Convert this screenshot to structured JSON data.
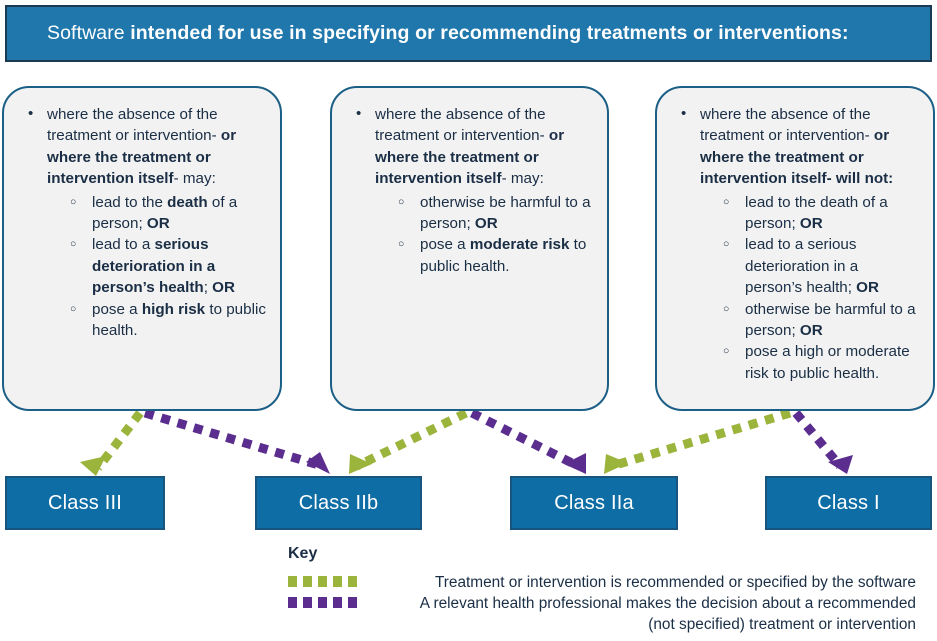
{
  "header": {
    "text_plain": "Software ",
    "text_bold": "intended for use in specifying or recommending treatments or interventions:"
  },
  "boxes": [
    {
      "id": "box-high-risk",
      "lead_part1": "where the absence of the treatment or intervention-",
      "lead_bold": "or where the treatment or intervention itself",
      "lead_part2": "- may:",
      "items": [
        {
          "pre": "lead to the ",
          "bold": "death",
          "post": " of a person; ",
          "tailbold": "OR"
        },
        {
          "pre": "lead to a ",
          "bold": "serious deterioration in a person’s health",
          "post": "; ",
          "tailbold": "OR"
        },
        {
          "pre": "pose a ",
          "bold": "high risk",
          "post": " to public health.",
          "tailbold": ""
        }
      ]
    },
    {
      "id": "box-moderate-risk",
      "lead_part1": "where the absence of the treatment or intervention-",
      "lead_bold": "or where the treatment or intervention itself",
      "lead_part2": "- may:",
      "items": [
        {
          "pre": "otherwise be harmful to a person; ",
          "bold": "",
          "post": "",
          "tailbold": "OR"
        },
        {
          "pre": "pose a ",
          "bold": "moderate risk",
          "post": " to public health.",
          "tailbold": ""
        }
      ]
    },
    {
      "id": "box-will-not",
      "lead_part1": "where the absence of the treatment or intervention-",
      "lead_bold": "or where the treatment or intervention itself",
      "lead_part2": "- will not:",
      "lead_part2_bold": true,
      "items": [
        {
          "pre": "lead to the death of a person; ",
          "bold": "",
          "post": "",
          "tailbold": "OR"
        },
        {
          "pre": "lead to a serious deterioration in a person’s health; ",
          "bold": "",
          "post": "",
          "tailbold": "OR"
        },
        {
          "pre": "otherwise be harmful to a person; ",
          "bold": "",
          "post": "",
          "tailbold": "OR"
        },
        {
          "pre": "pose a high or moderate risk to public health.",
          "bold": "",
          "post": "",
          "tailbold": ""
        }
      ]
    }
  ],
  "classes": [
    {
      "label": "Class III"
    },
    {
      "label": "Class IIb"
    },
    {
      "label": "Class IIa"
    },
    {
      "label": "Class I"
    }
  ],
  "key": {
    "title": "Key",
    "entries": [
      {
        "color": "#9bb43c",
        "text": "Treatment or intervention is recommended or specified by the software"
      },
      {
        "color": "#5b2d8e",
        "text": "A relevant health professional makes the decision about a recommended (not specified) treatment or intervention"
      }
    ]
  },
  "colors": {
    "header_blue": "#2077ac",
    "class_blue": "#0e6da4",
    "box_border": "#1b5e86",
    "box_fill": "#f2f2f2",
    "green": "#9bb43c",
    "purple": "#5b2d8e",
    "text": "#1a2e45"
  }
}
